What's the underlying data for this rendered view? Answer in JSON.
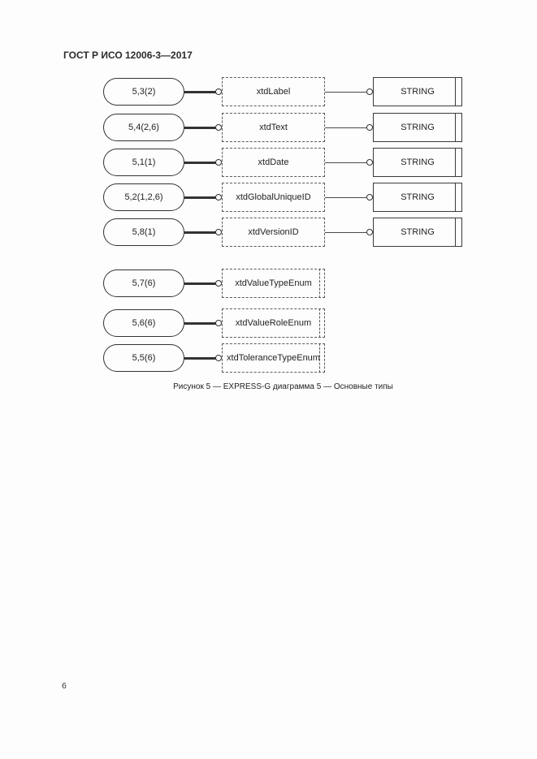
{
  "document": {
    "header_title": "ГОСТ Р ИСО 12006-3—2017",
    "figure_caption": "Рисунок 5 — EXPRESS-G диаграмма 5 — Основные типы",
    "page_number": "6"
  },
  "diagram": {
    "notation": "EXPRESS-G",
    "figure_number": "5",
    "title": "Основные типы",
    "colors": {
      "line": "#333333",
      "text": "#222222",
      "background": "#fdfdfd"
    },
    "rows": [
      {
        "ref": "5,3(2)",
        "type": "xtdLabel",
        "base": "STRING",
        "kind": "defined-type"
      },
      {
        "ref": "5,4(2,6)",
        "type": "xtdText",
        "base": "STRING",
        "kind": "defined-type"
      },
      {
        "ref": "5,1(1)",
        "type": "xtdDate",
        "base": "STRING",
        "kind": "defined-type"
      },
      {
        "ref": "5,2(1,2,6)",
        "type": "xtdGlobalUniqueID",
        "base": "STRING",
        "kind": "defined-type"
      },
      {
        "ref": "5,8(1)",
        "type": "xtdVersionID",
        "base": "STRING",
        "kind": "defined-type"
      },
      {
        "ref": "5,7(6)",
        "type": "xtdValueTypeEnum",
        "kind": "enumeration-type"
      },
      {
        "ref": "5,6(6)",
        "type": "xtdValueRoleEnum",
        "kind": "enumeration-type"
      },
      {
        "ref": "5,5(6)",
        "type": "xtdToleranceTypeEnum",
        "kind": "enumeration-type"
      }
    ]
  }
}
